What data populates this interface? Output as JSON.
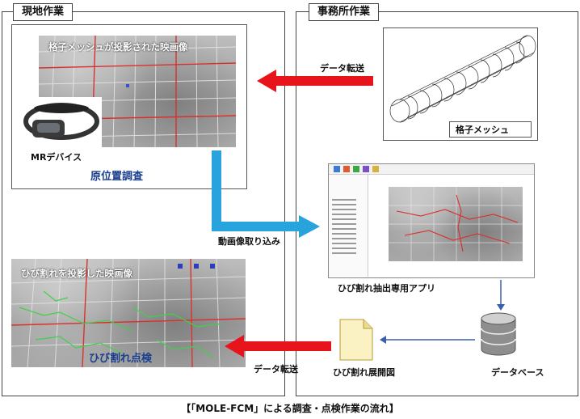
{
  "left_panel": {
    "title": "現地作業"
  },
  "right_panel": {
    "title": "事務所作業"
  },
  "survey": {
    "image_caption": "格子メッシュが投影された映画像",
    "device_label": "MRデバイス",
    "title": "原位置調査"
  },
  "inspection": {
    "image_caption": "ひび割れを投影した映画像",
    "title": "ひび割れ点検"
  },
  "mesh": {
    "label": "格子メッシュ"
  },
  "app": {
    "label": "ひび割れ抽出専用アプリ"
  },
  "database": {
    "label": "データベース"
  },
  "crack_map": {
    "label": "ひび割れ展開図"
  },
  "arrows": {
    "transfer_top": "データ転送",
    "video_import": "動画像取り込み",
    "transfer_bottom": "データ転送"
  },
  "footer": "【「MOLE-FCM」による調査・点検作業の流れ】",
  "colors": {
    "red_arrow": "#e8141b",
    "blue_arrow": "#29a3dc",
    "title_blue": "#1a3f8f",
    "grid_red": "#d9302c"
  }
}
